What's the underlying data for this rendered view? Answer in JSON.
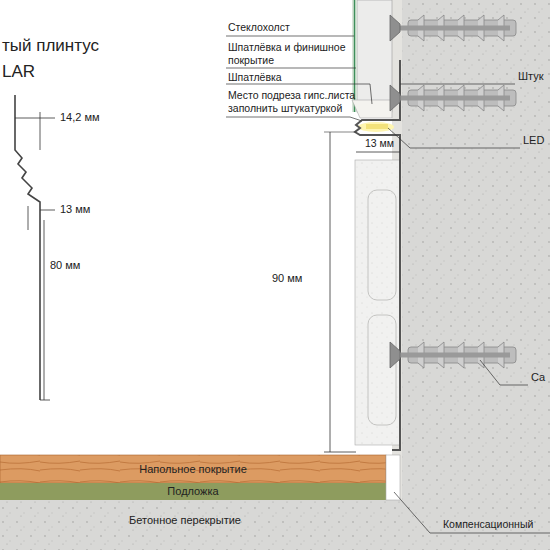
{
  "diagram": {
    "nodes": [
      {
        "text": [
          "Напольное покрытие"
        ]
      },
      {
        "text": [
          "Подложка"
        ]
      },
      {
        "text": [
          "Бетонное перекрытие"
        ]
      }
    ],
    "labels": [
      "тый плинтус",
      "LAR",
      "14,2 мм",
      "13 мм",
      "80 мм",
      "Стеклохолст",
      "Шпатлёвка и финишное покрытие",
      "Шпатлёвка",
      "Место подреза гипс.листа заполнить штукатуркой",
      "Штук",
      "13 мм",
      "LED",
      "90 мм",
      "Са",
      "Компенсационный"
    ]
  }
}
